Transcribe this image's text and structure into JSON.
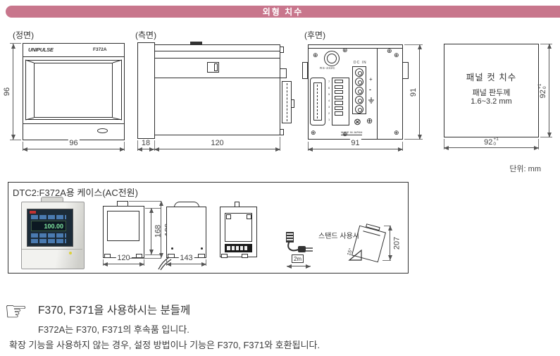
{
  "header": {
    "title": "외형 치수"
  },
  "unit_note": "단위: mm",
  "colors": {
    "header_bg": "#c8768c"
  },
  "icons": {
    "screw": "⊕",
    "screw_slot": "⊗",
    "hand": "☞"
  },
  "front": {
    "label": "(정면)",
    "brand": "UNIPULSE",
    "model": "F372A",
    "dim_height": "96",
    "dim_width": "96"
  },
  "side": {
    "label": "(측면)",
    "dim_bezel": "18",
    "dim_depth": "120"
  },
  "rear": {
    "label": "(후면)",
    "rs232c_label": "RS-232C",
    "dcin_label": "DC IN",
    "terminal_plus": "+",
    "terminal_minus": "-",
    "terminal_numbers": "7\n6\n5\n4\n3\n2\n1",
    "made_in": "MADE IN JAPAN",
    "dim_width": "91",
    "dim_height": "91"
  },
  "panel_cut": {
    "title": "패널 컷 치수",
    "subtitle1": "패널 판두께",
    "subtitle2": "1.6~3.2 mm",
    "dim_value": "92",
    "tol_upper": "+1",
    "tol_lower": "0"
  },
  "dtc2": {
    "title": "DTC2:F372A용 케이스(AC전원)",
    "display_value": "100.00",
    "dim_front_width": "120",
    "dim_inner_height": "168",
    "dim_outer_height": "190",
    "dim_side_width": "143",
    "cable_length": "2m",
    "stand_label": "스탠드 사용시",
    "dim_stand_height": "207",
    "stand_angle": "15°"
  },
  "note": {
    "title": "F370, F371을 사용하시는 분들께",
    "body1": "F372A는 F370, F371의 후속품 입니다.",
    "body2": "확장 기능을 사용하지 않는 경우, 설정 방법이나 기능은 F370, F371와 호환됩니다."
  }
}
